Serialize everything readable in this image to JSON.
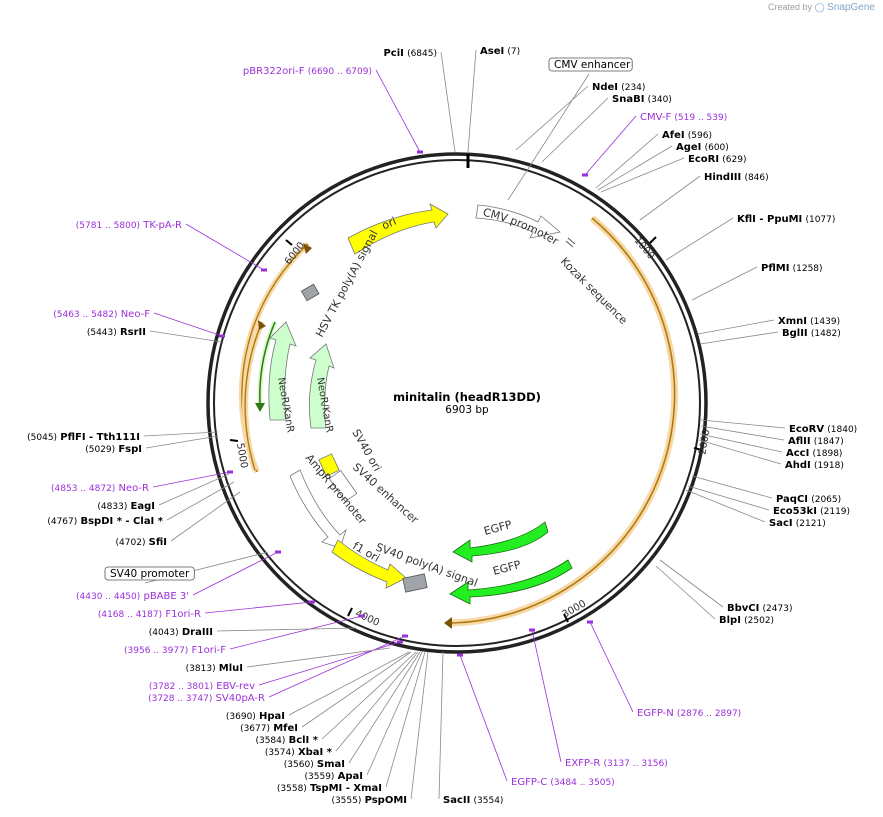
{
  "credit": {
    "prefix": "Created by",
    "brand": "SnapGene"
  },
  "plasmid": {
    "name": "minitalin (headR13DD)",
    "size_label": "6903 bp",
    "length": 6903
  },
  "colors": {
    "enzyme": "#000000",
    "primer": "#9b30d9",
    "ori": "#ffff00",
    "resistance": "#ccffcc",
    "egfp": "#00ff00",
    "orf": "#f5b041",
    "promoter": "#ffffff",
    "polyA": "#a0a4a8"
  },
  "ticks": [
    "1000",
    "2000",
    "3000",
    "4000",
    "5000",
    "6000"
  ],
  "labels": [
    {
      "text": "PciI",
      "pos": "(6845)",
      "type": "enzyme"
    },
    {
      "text": "AseI",
      "pos": "(7)",
      "type": "enzyme"
    },
    {
      "text": "pBR322ori-F",
      "pos": "(6690 .. 6709)",
      "type": "primer"
    },
    {
      "text": "CMV enhancer",
      "pos": "",
      "type": "box"
    },
    {
      "text": "NdeI",
      "pos": "(234)",
      "type": "enzyme"
    },
    {
      "text": "SnaBI",
      "pos": "(340)",
      "type": "enzyme"
    },
    {
      "text": "CMV-F",
      "pos": "(519 .. 539)",
      "type": "primer"
    },
    {
      "text": "AfeI",
      "pos": "(596)",
      "type": "enzyme"
    },
    {
      "text": "AgeI",
      "pos": "(600)",
      "type": "enzyme"
    },
    {
      "text": "EcoRI",
      "pos": "(629)",
      "type": "enzyme"
    },
    {
      "text": "HindIII",
      "pos": "(846)",
      "type": "enzyme"
    },
    {
      "text": "KflI - PpuMI",
      "pos": "(1077)",
      "type": "enzyme"
    },
    {
      "text": "PflMI",
      "pos": "(1258)",
      "type": "enzyme"
    },
    {
      "text": "XmnI",
      "pos": "(1439)",
      "type": "enzyme"
    },
    {
      "text": "BglII",
      "pos": "(1482)",
      "type": "enzyme"
    },
    {
      "text": "EcoRV",
      "pos": "(1840)",
      "type": "enzyme"
    },
    {
      "text": "AflII",
      "pos": "(1847)",
      "type": "enzyme"
    },
    {
      "text": "AccI",
      "pos": "(1898)",
      "type": "enzyme"
    },
    {
      "text": "AhdI",
      "pos": "(1918)",
      "type": "enzyme"
    },
    {
      "text": "PaqCI",
      "pos": "(2065)",
      "type": "enzyme"
    },
    {
      "text": "Eco53kI",
      "pos": "(2119)",
      "type": "enzyme"
    },
    {
      "text": "SacI",
      "pos": "(2121)",
      "type": "enzyme"
    },
    {
      "text": "BbvCI",
      "pos": "(2473)",
      "type": "enzyme"
    },
    {
      "text": "BlpI",
      "pos": "(2502)",
      "type": "enzyme"
    },
    {
      "text": "EGFP-N",
      "pos": "(2876 .. 2897)",
      "type": "primer"
    },
    {
      "text": "EXFP-R",
      "pos": "(3137 .. 3156)",
      "type": "primer"
    },
    {
      "text": "EGFP-C",
      "pos": "(3484 .. 3505)",
      "type": "primer"
    },
    {
      "text": "SacII",
      "pos": "(3554)",
      "type": "enzyme"
    },
    {
      "text": "PspOMI",
      "pos": "(3555)",
      "type": "enzyme"
    },
    {
      "text": "TspMI - XmaI",
      "pos": "(3558)",
      "type": "enzyme"
    },
    {
      "text": "ApaI",
      "pos": "(3559)",
      "type": "enzyme"
    },
    {
      "text": "SmaI",
      "pos": "(3560)",
      "type": "enzyme"
    },
    {
      "text": "XbaI *",
      "pos": "(3574)",
      "type": "enzyme"
    },
    {
      "text": "BclI *",
      "pos": "(3584)",
      "type": "enzyme"
    },
    {
      "text": "MfeI",
      "pos": "(3677)",
      "type": "enzyme"
    },
    {
      "text": "HpaI",
      "pos": "(3690)",
      "type": "enzyme"
    },
    {
      "text": "SV40pA-R",
      "pos": "(3728 .. 3747)",
      "type": "primer"
    },
    {
      "text": "EBV-rev",
      "pos": "(3782 .. 3801)",
      "type": "primer"
    },
    {
      "text": "MluI",
      "pos": "(3813)",
      "type": "enzyme"
    },
    {
      "text": "F1ori-F",
      "pos": "(3956 .. 3977)",
      "type": "primer"
    },
    {
      "text": "DraIII",
      "pos": "(4043)",
      "type": "enzyme"
    },
    {
      "text": "F1ori-R",
      "pos": "(4168 .. 4187)",
      "type": "primer"
    },
    {
      "text": "pBABE 3'",
      "pos": "(4430 .. 4450)",
      "type": "primer"
    },
    {
      "text": "SV40 promoter",
      "pos": "",
      "type": "box"
    },
    {
      "text": "SfiI",
      "pos": "(4702)",
      "type": "enzyme"
    },
    {
      "text": "BspDI * - ClaI *",
      "pos": "(4767)",
      "type": "enzyme"
    },
    {
      "text": "EagI",
      "pos": "(4833)",
      "type": "enzyme"
    },
    {
      "text": "Neo-R",
      "pos": "(4853 .. 4872)",
      "type": "primer"
    },
    {
      "text": "FspI",
      "pos": "(5029)",
      "type": "enzyme"
    },
    {
      "text": "PflFI - Tth111I",
      "pos": "(5045)",
      "type": "enzyme"
    },
    {
      "text": "RsrII",
      "pos": "(5443)",
      "type": "enzyme"
    },
    {
      "text": "Neo-F",
      "pos": "(5463 .. 5482)",
      "type": "primer"
    },
    {
      "text": "TK-pA-R",
      "pos": "(5781 .. 5800)",
      "type": "primer"
    }
  ],
  "features": [
    {
      "text": "ori"
    },
    {
      "text": "CMV promoter"
    },
    {
      "text": "Kozak sequence"
    },
    {
      "text": "HSV TK poly(A) signal"
    },
    {
      "text": "NeoR/KanR"
    },
    {
      "text": "NeoR/KanR"
    },
    {
      "text": "SV40 ori"
    },
    {
      "text": "SV40 enhancer"
    },
    {
      "text": "AmpR promoter"
    },
    {
      "text": "f1 ori"
    },
    {
      "text": "SV40 poly(A) signal"
    },
    {
      "text": "EGFP"
    },
    {
      "text": "EGFP"
    }
  ]
}
